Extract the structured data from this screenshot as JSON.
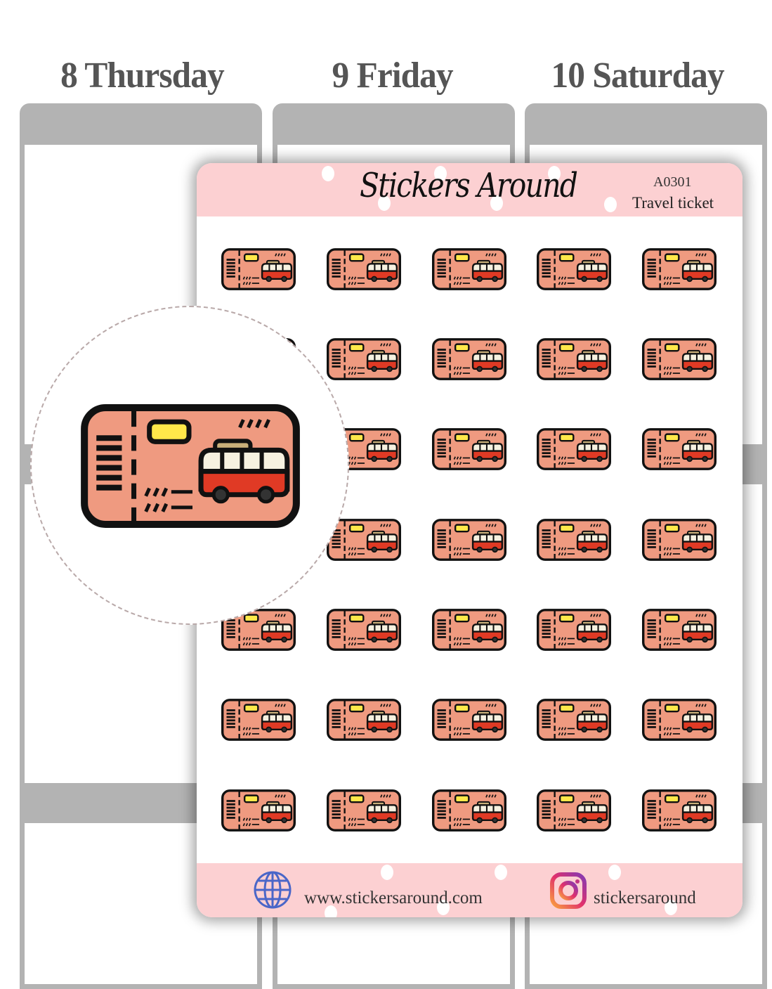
{
  "days": [
    {
      "label": "8 Thursday"
    },
    {
      "label": "9 Friday"
    },
    {
      "label": "10 Saturday"
    }
  ],
  "sheet": {
    "brand": "Stickers Around",
    "code": "A0301",
    "product_name": "Travel ticket",
    "sticker_icon": "travel-ticket-bus-icon",
    "grid": {
      "rows": 7,
      "columns": 5
    },
    "footer": {
      "website": "www.stickersaround.com",
      "instagram": "stickersaround"
    }
  },
  "colors": {
    "pink": "#fcd0d2",
    "ticket": "#ef9a80",
    "bus_red": "#e03a25",
    "yellow": "#ffe84a"
  }
}
